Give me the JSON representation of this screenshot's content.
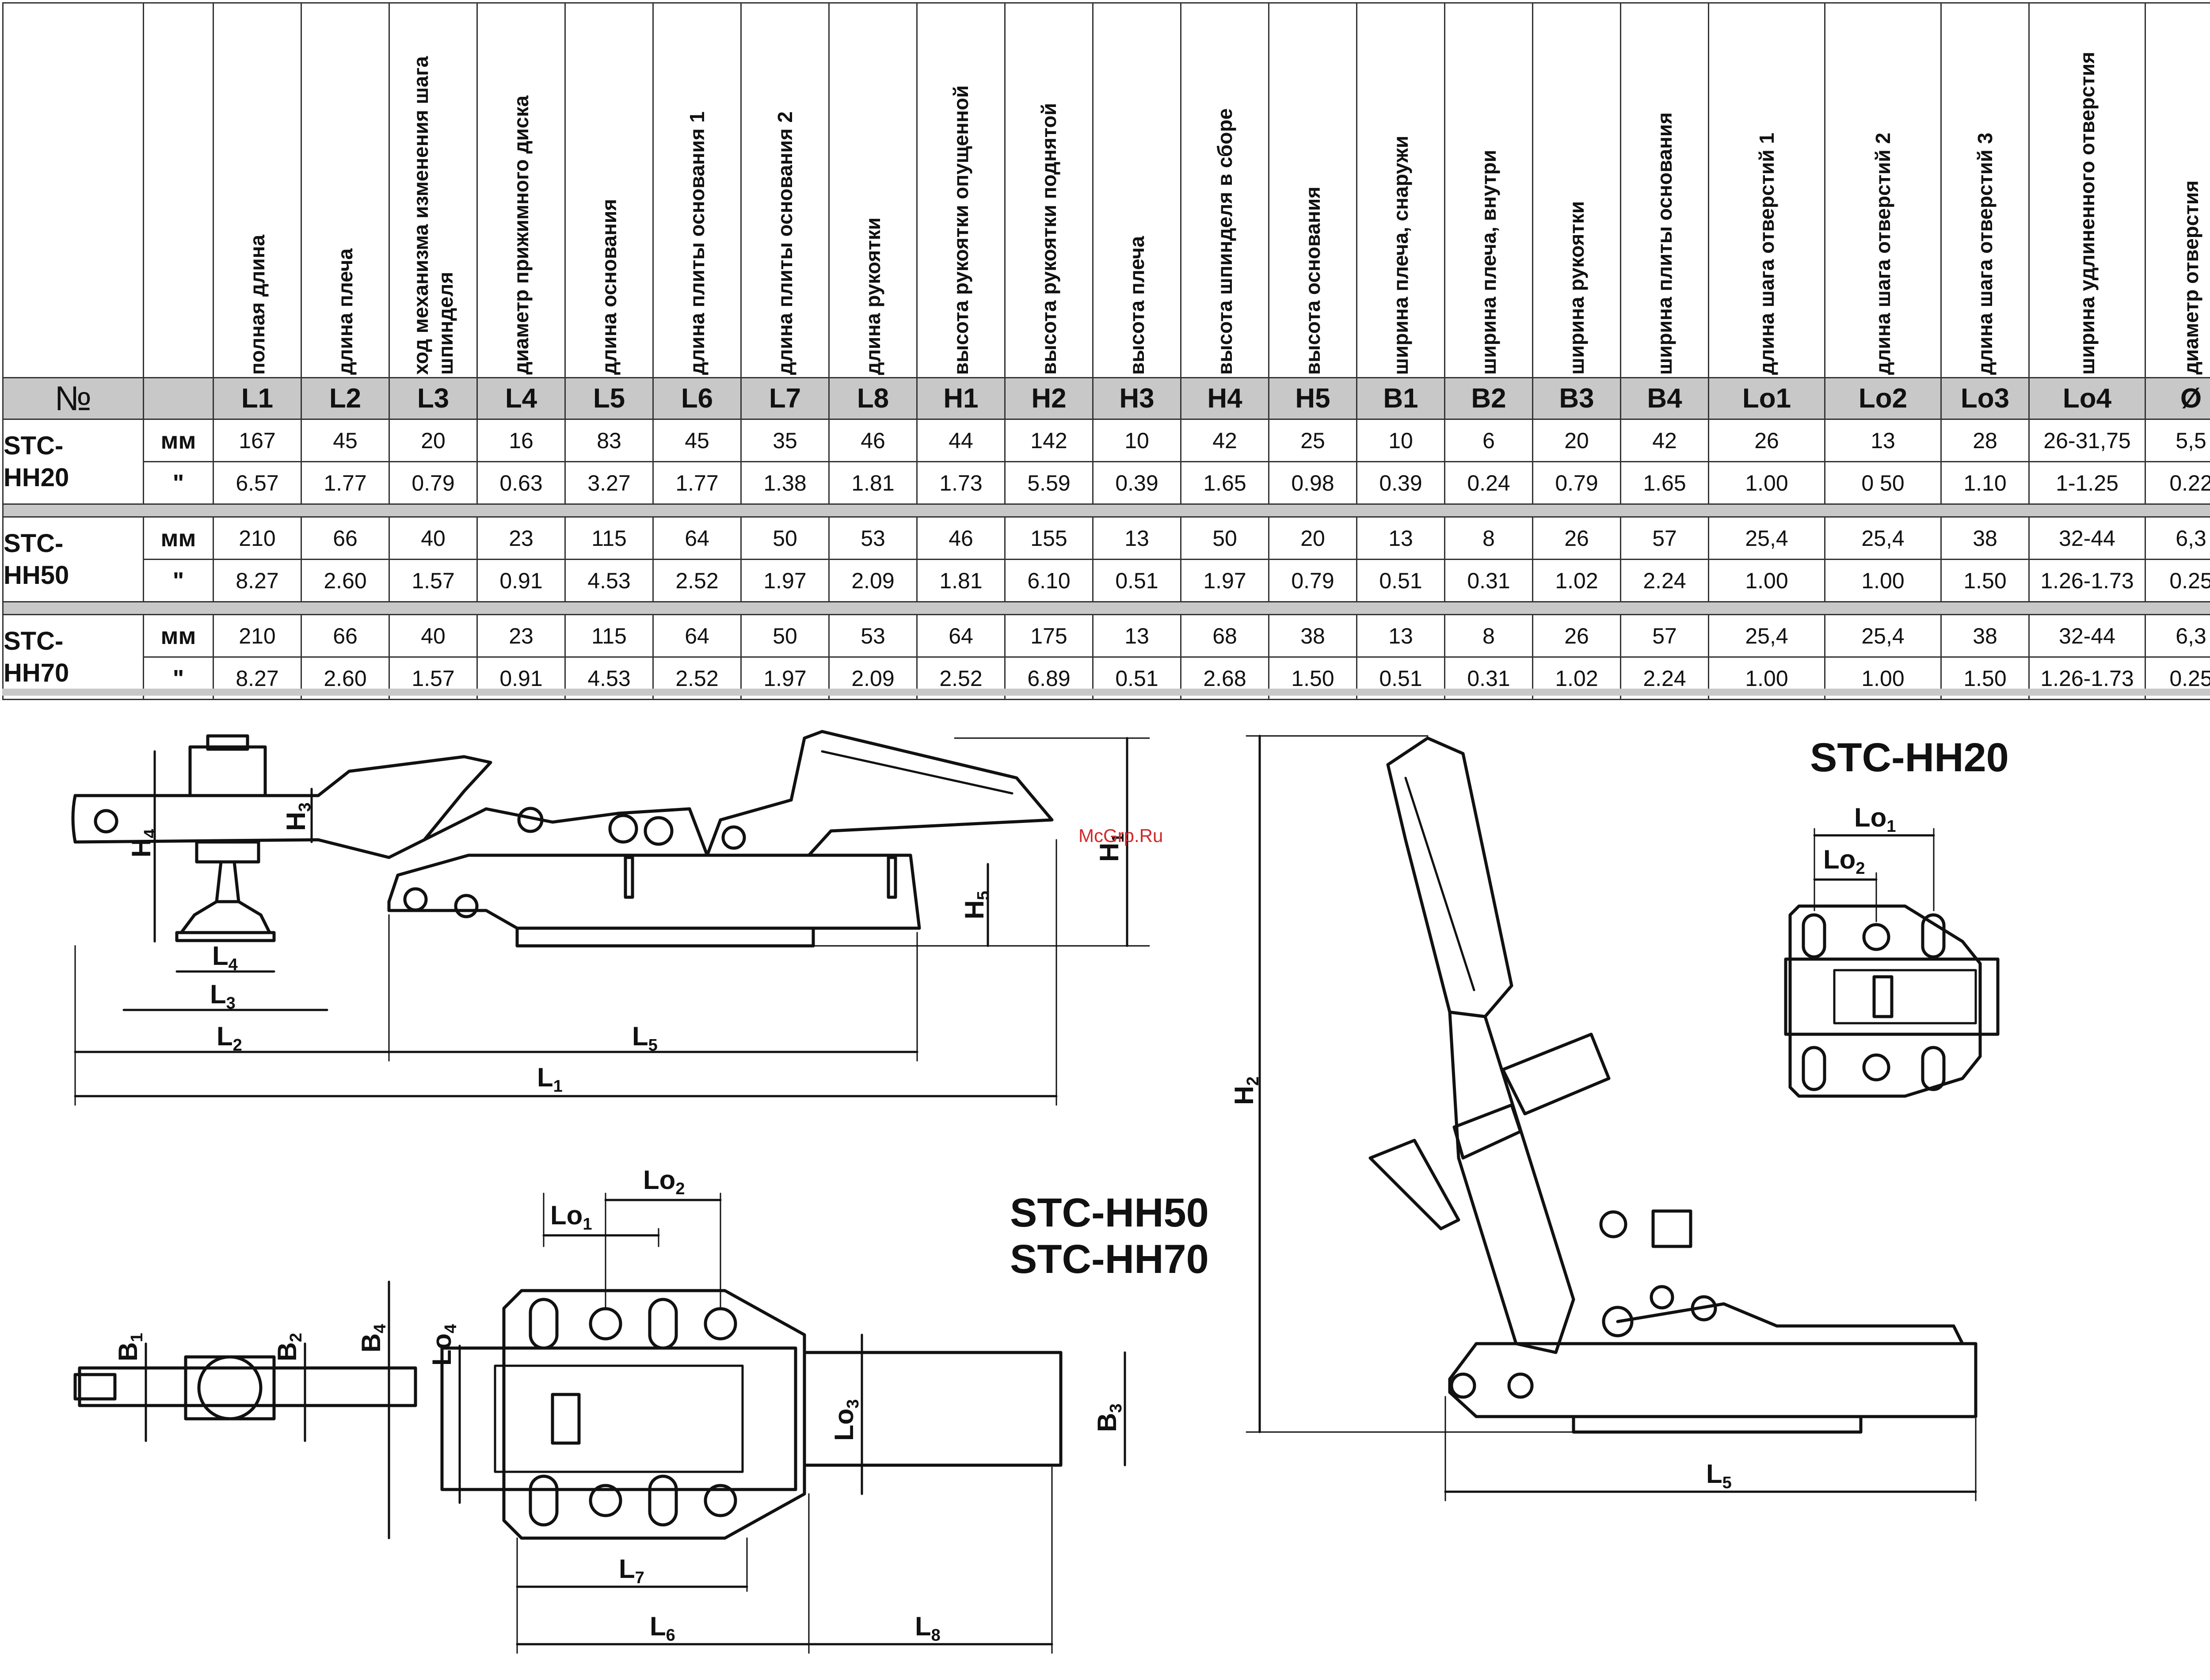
{
  "table": {
    "number_symbol": "№",
    "descriptions": [
      "полная длина",
      "длина плеча",
      "ход механизма изменения шага шпинделя",
      "диаметр прижимного диска",
      "длина основания",
      "длина плиты основания 1",
      "длина плиты основания 2",
      "длина рукоятки",
      "высота рукоятки опущенной",
      "высота рукоятки поднятой",
      "высота плеча",
      "высота шпинделя в сборе",
      "высота основания",
      "ширина плеча, снаружи",
      "ширина плеча, внутри",
      "ширина рукоятки",
      "ширина плиты основания",
      "длина шага отверстий 1",
      "длина шага отверстий 2",
      "длина шага отверстий 3",
      "ширина удлиненного отверстия",
      "диаметр отверстия"
    ],
    "codes": [
      "L1",
      "L2",
      "L3",
      "L4",
      "L5",
      "L6",
      "L7",
      "L8",
      "H1",
      "H2",
      "H3",
      "H4",
      "H5",
      "B1",
      "B2",
      "B3",
      "B4",
      "Lo1",
      "Lo2",
      "Lo3",
      "Lo4",
      "Ø"
    ],
    "models": [
      {
        "name": "STC-\nHH20",
        "rows": [
          {
            "unit": "мм",
            "values": [
              "167",
              "45",
              "20",
              "16",
              "83",
              "45",
              "35",
              "46",
              "44",
              "142",
              "10",
              "42",
              "25",
              "10",
              "6",
              "20",
              "42",
              "26",
              "13",
              "28",
              "26-31,75",
              "5,5"
            ]
          },
          {
            "unit": "\"",
            "values": [
              "6.57",
              "1.77",
              "0.79",
              "0.63",
              "3.27",
              "1.77",
              "1.38",
              "1.81",
              "1.73",
              "5.59",
              "0.39",
              "1.65",
              "0.98",
              "0.39",
              "0.24",
              "0.79",
              "1.65",
              "1.00",
              "0 50",
              "1.10",
              "1-1.25",
              "0.22"
            ]
          }
        ]
      },
      {
        "name": "STC-\nHH50",
        "rows": [
          {
            "unit": "мм",
            "values": [
              "210",
              "66",
              "40",
              "23",
              "115",
              "64",
              "50",
              "53",
              "46",
              "155",
              "13",
              "50",
              "20",
              "13",
              "8",
              "26",
              "57",
              "25,4",
              "25,4",
              "38",
              "32-44",
              "6,3"
            ]
          },
          {
            "unit": "\"",
            "values": [
              "8.27",
              "2.60",
              "1.57",
              "0.91",
              "4.53",
              "2.52",
              "1.97",
              "2.09",
              "1.81",
              "6.10",
              "0.51",
              "1.97",
              "0.79",
              "0.51",
              "0.31",
              "1.02",
              "2.24",
              "1.00",
              "1.00",
              "1.50",
              "1.26-1.73",
              "0.25"
            ]
          }
        ]
      },
      {
        "name": "STC-\nHH70",
        "rows": [
          {
            "unit": "мм",
            "values": [
              "210",
              "66",
              "40",
              "23",
              "115",
              "64",
              "50",
              "53",
              "64",
              "175",
              "13",
              "68",
              "38",
              "13",
              "8",
              "26",
              "57",
              "25,4",
              "25,4",
              "38",
              "32-44",
              "6,3"
            ]
          },
          {
            "unit": "\"",
            "values": [
              "8.27",
              "2.60",
              "1.57",
              "0.91",
              "4.53",
              "2.52",
              "1.97",
              "2.09",
              "2.52",
              "6.89",
              "0.51",
              "2.68",
              "1.50",
              "0.51",
              "0.31",
              "1.02",
              "2.24",
              "1.00",
              "1.00",
              "1.50",
              "1.26-1.73",
              "0.25"
            ]
          }
        ]
      }
    ]
  },
  "drawing": {
    "title_hh20": "STC-HH20",
    "title_hh50": "STC-HH50",
    "title_hh70": "STC-HH70",
    "watermark": "McGrp.Ru",
    "labels": {
      "L": "L",
      "H": "H",
      "B": "B",
      "Lo": "Lo",
      "n1": "1",
      "n2": "2",
      "n3": "3",
      "n4": "4",
      "n5": "5",
      "n6": "6",
      "n7": "7",
      "n8": "8"
    }
  }
}
